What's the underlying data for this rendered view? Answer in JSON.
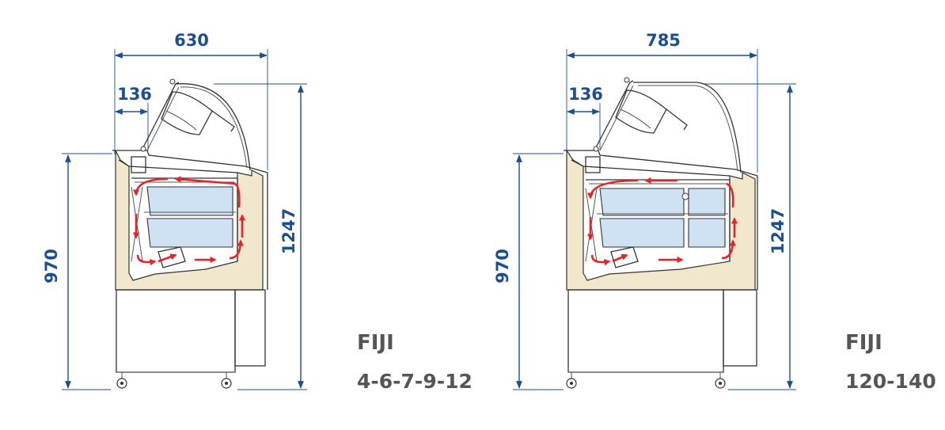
{
  "diagrams": [
    {
      "dim_depth": "630",
      "dim_overhang": "136",
      "dim_counter_height": "970",
      "dim_total_height": "1247",
      "model_name": "FIJI",
      "model_range": "4-6-7-9-12"
    },
    {
      "dim_depth": "785",
      "dim_overhang": "136",
      "dim_counter_height": "970",
      "dim_total_height": "1247",
      "model_name": "FIJI",
      "model_range": "120-140"
    }
  ],
  "colors": {
    "dimension": "#1f4e8c",
    "airflow": "#e4242a",
    "body": "#f1e7cc",
    "trays": "#cfe2f3",
    "model_text": "#555555"
  }
}
